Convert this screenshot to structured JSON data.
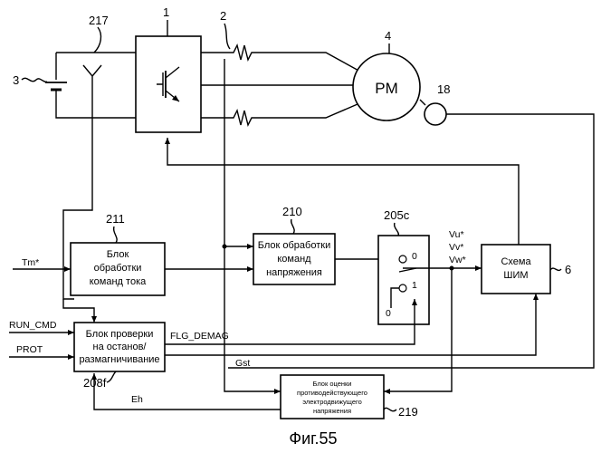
{
  "refs": {
    "inverter": "1",
    "current_sensor": "2",
    "battery": "3",
    "motor": "4",
    "pwm": "6",
    "resolver": "18",
    "ground_fault": "217",
    "current_cmd": "211",
    "voltage_cmd": "210",
    "selector": "205c",
    "stop_check": "208f",
    "emf_estimator": "219"
  },
  "blocks": {
    "motor_label": "PM",
    "current_cmd": [
      "Блок",
      "обработки",
      "команд тока"
    ],
    "voltage_cmd": [
      "Блок обработки",
      "команд",
      "напряжения"
    ],
    "pwm": [
      "Схема",
      "ШИМ"
    ],
    "stop_check": [
      "Блок проверки",
      "на останов/",
      "размагничивание"
    ],
    "emf_estimator": [
      "Блок оценки",
      "противодействующего",
      "электродвижущего",
      "напряжения"
    ]
  },
  "switch_labels": {
    "zero_top": "0",
    "one": "1",
    "zero_bottom": "0"
  },
  "signals": {
    "tm": "Tm*",
    "run_cmd": "RUN_CMD",
    "prot": "PROT",
    "flg_demag": "FLG_DEMAG",
    "gst": "Gst",
    "eh": "Eh",
    "vu": "Vu*",
    "vv": "Vv*",
    "vw": "Vw*"
  },
  "caption": "Фиг.55"
}
